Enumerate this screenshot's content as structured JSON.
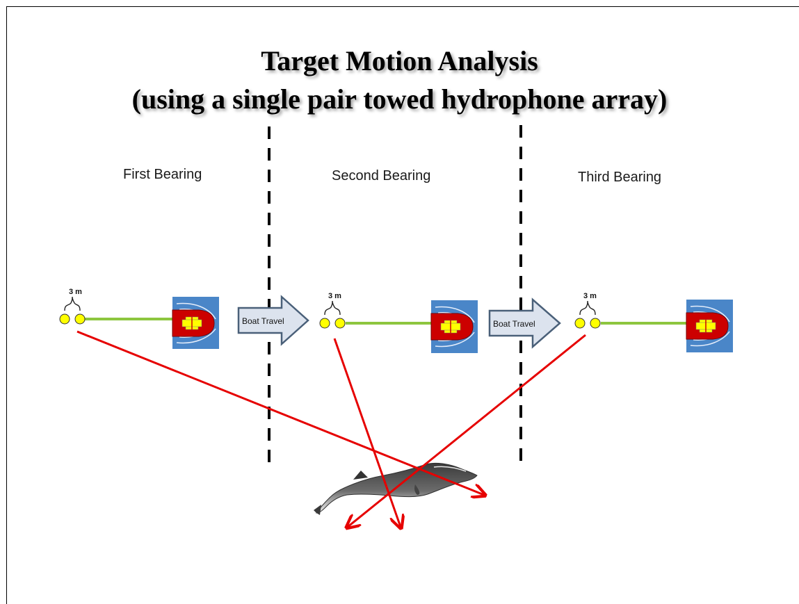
{
  "title": {
    "line1": "Target Motion Analysis",
    "line2": "(using a single pair towed hydrophone array)"
  },
  "phases": [
    {
      "label": "First Bearing",
      "spacing": "3 m"
    },
    {
      "label": "Second Bearing",
      "spacing": "3 m"
    },
    {
      "label": "Third Bearing",
      "spacing": "3 m"
    }
  ],
  "travel_arrows": [
    {
      "label": "Boat Travel"
    },
    {
      "label": "Boat Travel"
    }
  ],
  "colors": {
    "tow_line": "#8dc63f",
    "hydrophone": "#ffff00",
    "boat_tile": "#4a86c8",
    "boat_hull": "#cc0000",
    "boat_cabin": "#ffff00",
    "bearing_line": "#e60000",
    "travel_arrow_fill": "#dce3ee",
    "travel_arrow_stroke": "#4a6079"
  }
}
